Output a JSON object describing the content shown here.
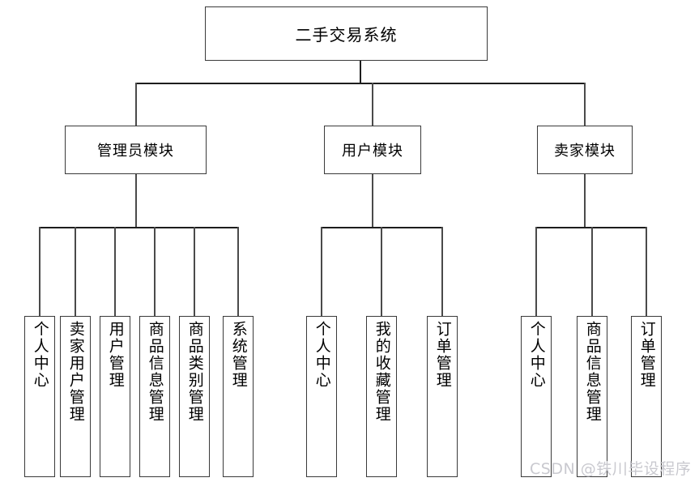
{
  "diagram": {
    "type": "hierarchy-tree",
    "title_node": {
      "label": "二手交易系统"
    },
    "modules": [
      {
        "label": "管理员模块",
        "children": [
          {
            "label": "个人中心"
          },
          {
            "label": "卖家用户管理"
          },
          {
            "label": "用户管理"
          },
          {
            "label": "商品信息管理"
          },
          {
            "label": "商品类别管理"
          },
          {
            "label": "系统管理"
          }
        ]
      },
      {
        "label": "用户模块",
        "children": [
          {
            "label": "个人中心"
          },
          {
            "label": "我的收藏管理"
          },
          {
            "label": "订单管理"
          }
        ]
      },
      {
        "label": "卖家模块",
        "children": [
          {
            "label": "个人中心"
          },
          {
            "label": "商品信息管理"
          },
          {
            "label": "订单管理"
          }
        ]
      }
    ]
  },
  "watermark": {
    "text": "CSDN @铁川毕设程序"
  },
  "colors": {
    "background": "#ffffff",
    "box_border": "#3a3a3a",
    "connector": "#4a4a4a",
    "text": "#000000",
    "watermark": "#c9c9cf"
  }
}
